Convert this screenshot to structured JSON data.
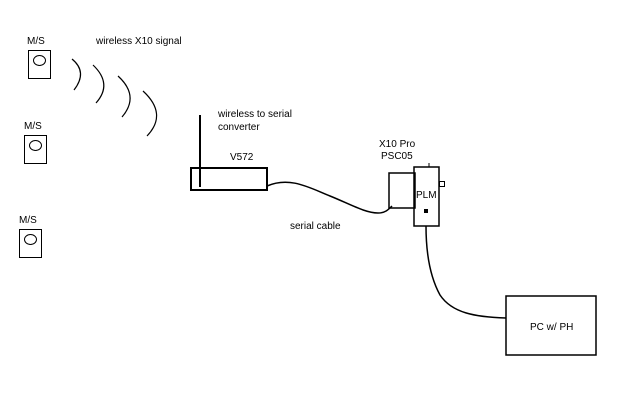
{
  "sensors": [
    {
      "label": "M/S"
    },
    {
      "label": "M/S"
    },
    {
      "label": "M/S"
    }
  ],
  "wireless_signal": {
    "label": "wireless X10 signal"
  },
  "converter": {
    "label_line1": "wireless to serial",
    "label_line2": "converter",
    "model": "V572"
  },
  "serial_cable": {
    "label": "serial cable"
  },
  "x10_device": {
    "label_line1": "X10 Pro",
    "label_line2": "PSC05",
    "module_label": "PLM"
  },
  "pc": {
    "label": "PC w/ PH"
  }
}
